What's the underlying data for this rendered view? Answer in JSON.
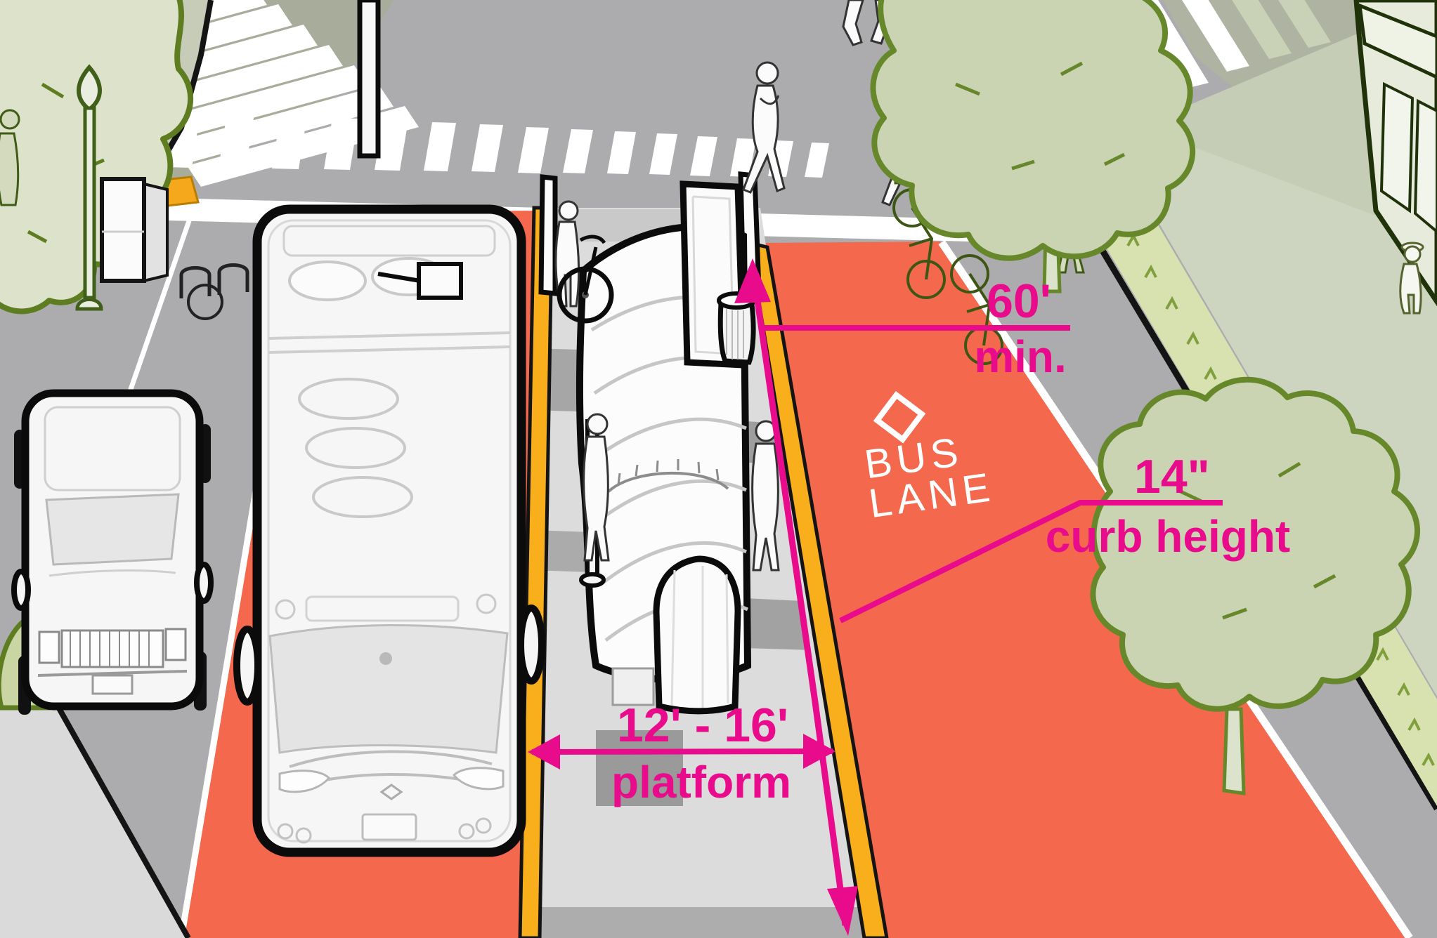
{
  "colors": {
    "bus_lane_red": "#F4694E",
    "annotation_magenta": "#E80C8C",
    "curb_yellow": "#F9AE1B"
  },
  "bus_lane_marking": {
    "symbol": "diamond",
    "line1": "BUS",
    "line2": "LANE"
  },
  "annotations": {
    "lane_length": {
      "value": "60'",
      "qualifier": "min."
    },
    "curb_height": {
      "value": "14\"",
      "label": "curb height"
    },
    "platform_width": {
      "value": "12' - 16'",
      "label": "platform"
    }
  }
}
